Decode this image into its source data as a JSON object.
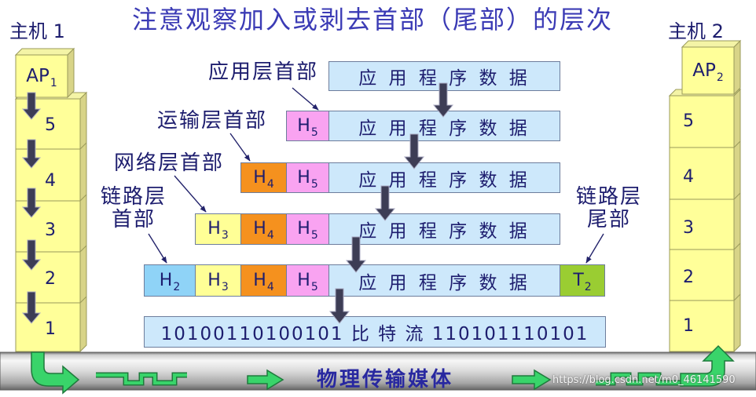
{
  "title": "注意观察加入或剥去首部（尾部）的层次",
  "hosts": {
    "left": {
      "label": "主机 1",
      "ap": {
        "main": "AP",
        "sub": "1"
      },
      "layers": [
        "5",
        "4",
        "3",
        "2",
        "1"
      ]
    },
    "right": {
      "label": "主机 2",
      "ap": {
        "main": "AP",
        "sub": "2"
      },
      "layers": [
        "5",
        "4",
        "3",
        "2",
        "1"
      ]
    }
  },
  "labels": {
    "app_header": "应用层首部",
    "transport_header": "运输层首部",
    "network_header": "网络层首部",
    "link_header": [
      "链路层",
      "首部"
    ],
    "link_trailer": [
      "链路层",
      "尾部"
    ]
  },
  "units": {
    "app_data": "应 用 程 序 数 据",
    "h5": {
      "main": "H",
      "sub": "5"
    },
    "h4": {
      "main": "H",
      "sub": "4"
    },
    "h3": {
      "main": "H",
      "sub": "3"
    },
    "h2": {
      "main": "H",
      "sub": "2"
    },
    "t2": {
      "main": "T",
      "sub": "2"
    },
    "bitstream": "10100110100101 比 特 流 110101110101"
  },
  "medium": {
    "label": "物理传输媒体"
  },
  "watermark": "https://blog.csdn.net/m0_46141590",
  "colors": {
    "title": "#3b3bb5",
    "text": "#1d1d6e",
    "data_box": "#cde8fb",
    "h5": "#f9a3f1",
    "h4": "#f5911e",
    "h3": "#ffff96",
    "h2": "#8fd3f7",
    "t2": "#9acd32",
    "host_face": "#ffff99",
    "medium_label": "#2828a0",
    "flow_arrow": "#39d46a"
  }
}
